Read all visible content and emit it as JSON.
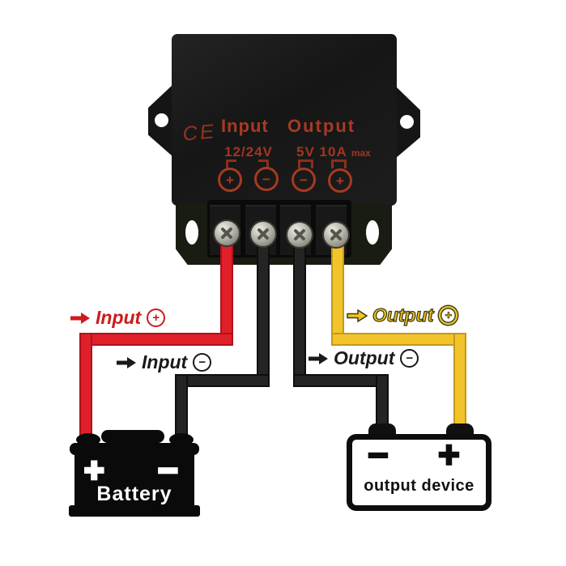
{
  "converter": {
    "ce_mark": "CE",
    "input_label": "Input",
    "output_label": "Output",
    "input_voltage": "12/24V",
    "output_voltage": "5V",
    "output_current": "10A",
    "output_current_qualifier": "max",
    "terminal_signs": [
      "+",
      "−",
      "−",
      "+"
    ]
  },
  "wire_labels": {
    "input_plus": {
      "text": "Input",
      "sign": "+"
    },
    "input_minus": {
      "text": "Input",
      "sign": "−"
    },
    "output_plus": {
      "text": "Output",
      "sign": "+"
    },
    "output_minus": {
      "text": "Output",
      "sign": "−"
    }
  },
  "battery": {
    "positive_sign": "+",
    "negative_sign": "−",
    "label": "Battery"
  },
  "output_device": {
    "negative_sign": "−",
    "positive_sign": "+",
    "label": "output device"
  },
  "colors": {
    "input_positive_wire": "#df1f2a",
    "negative_wire": "#242424",
    "output_positive_wire": "#f2c42c",
    "converter_body": "#1a1a1a",
    "converter_print": "#a83a22",
    "label_red": "#cf1a1a",
    "label_yellow": "#f2c41f",
    "label_black": "#1a1a1a"
  }
}
